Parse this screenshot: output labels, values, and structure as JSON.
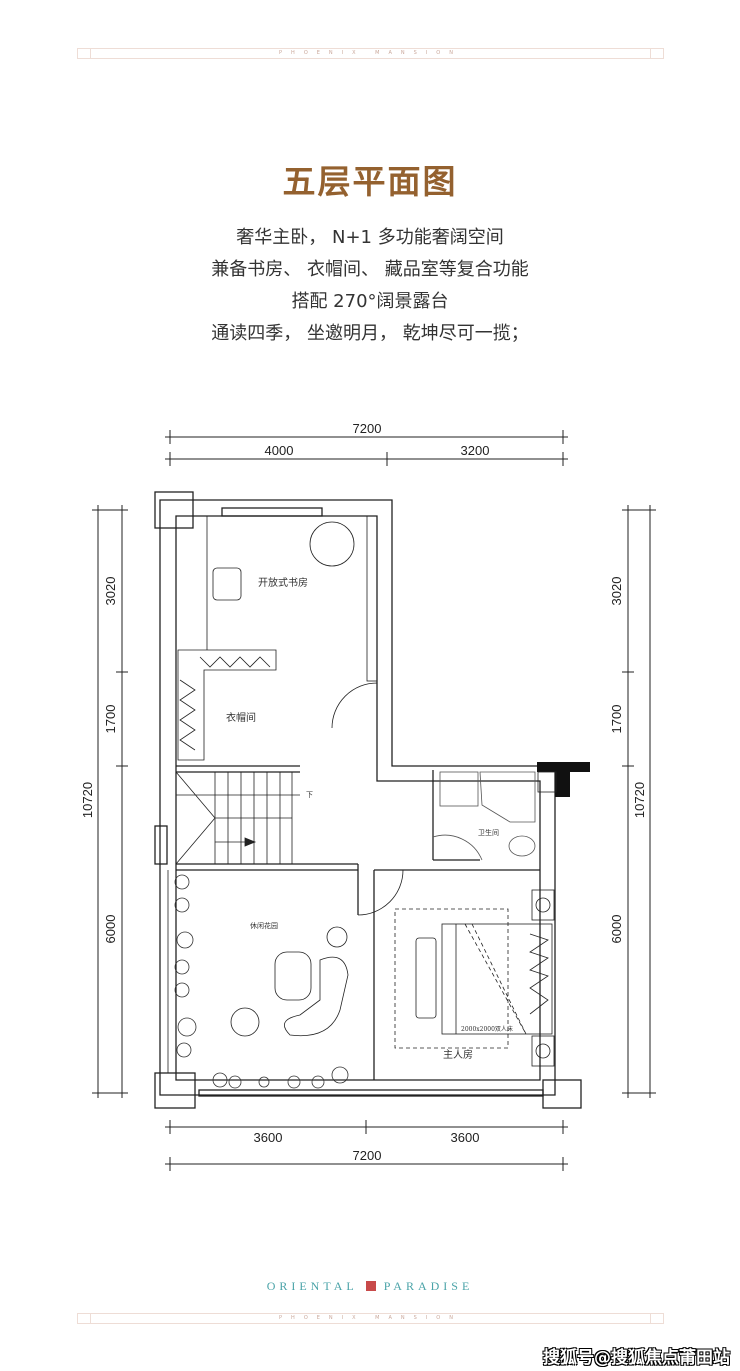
{
  "header_strip": {
    "text": "PHOENIX MANSION"
  },
  "title": "五层平面图",
  "description": [
    "奢华主卧， N+1 多功能奢阔空间",
    "兼备书房、 衣帽间、 藏品室等复合功能",
    "搭配 270°阔景露台",
    "通读四季， 坐邀明月， 乾坤尽可一揽；"
  ],
  "plan": {
    "dims_top": {
      "total": "7200",
      "left": "4000",
      "right": "3200"
    },
    "dims_bottom": {
      "left": "3600",
      "right": "3600",
      "total": "7200"
    },
    "dims_left": {
      "a": "3020",
      "b": "1700",
      "c": "6000",
      "total": "10720"
    },
    "dims_right": {
      "a": "3020",
      "b": "1700",
      "c": "6000",
      "total": "10720"
    },
    "rooms": {
      "study": "开放式书房",
      "closet": "衣帽间",
      "down": "下",
      "bathroom": "卫生间",
      "garden": "休闲花园",
      "bed_label": "2000x2000双人床",
      "master": "主人房"
    }
  },
  "footer": {
    "brand_left": "ORIENTAL",
    "brand_right": "PARADISE",
    "strip_text": "PHOENIX MANSION"
  },
  "watermark": "搜狐号@搜狐焦点莆田站"
}
